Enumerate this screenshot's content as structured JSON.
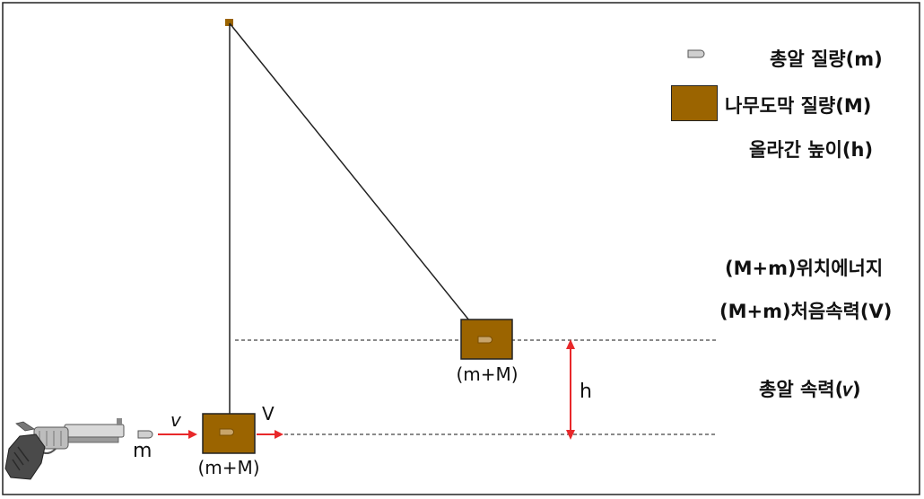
{
  "legend": {
    "bullet_mass": "총알 질량(m)",
    "block_mass": "나무도막 질량(M)",
    "height_risen": "올라간 높이(h)"
  },
  "right_labels": {
    "potential_energy": "(M+m)위치에너지",
    "initial_speed": "(M+m)처음속력(V)",
    "bullet_speed": "총알 속력(𝑣)"
  },
  "diagram": {
    "bullet_mass_label": "m",
    "bullet_velocity_label": "v",
    "block_velocity_label": "V",
    "block_bottom_label": "(m+M)",
    "block_raised_label": "(m+M)",
    "height_label": "h"
  },
  "colors": {
    "block": "#9b6400",
    "arrow": "#e8282a",
    "bullet": "#cfcfcf",
    "gun": "#8a8a8a"
  }
}
